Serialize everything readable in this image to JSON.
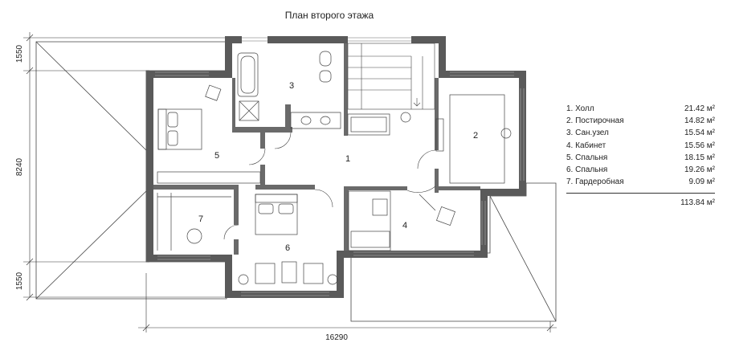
{
  "title": "План второго этажа",
  "dimensions": {
    "top_left": "1550",
    "middle_left": "8240",
    "bottom_left": "1550",
    "bottom": "16290"
  },
  "room_numbers": [
    "1",
    "2",
    "3",
    "4",
    "5",
    "6",
    "7"
  ],
  "rooms": [
    {
      "label": "1. Холл",
      "area": "21.42 м²"
    },
    {
      "label": "2. Постирочная",
      "area": "14.82 м²"
    },
    {
      "label": "3. Сан.узел",
      "area": "15.54 м²"
    },
    {
      "label": "4. Кабинет",
      "area": "15.56 м²"
    },
    {
      "label": "5. Спальня",
      "area": "18.15 м²"
    },
    {
      "label": "6. Спальня",
      "area": "19.26 м²"
    },
    {
      "label": "7. Гардеробная",
      "area": "9.09 м²"
    }
  ],
  "total_area": "113.84 м²",
  "colors": {
    "wall": "#5a5a5a",
    "line": "#333333",
    "window": "#9a9a9a"
  }
}
